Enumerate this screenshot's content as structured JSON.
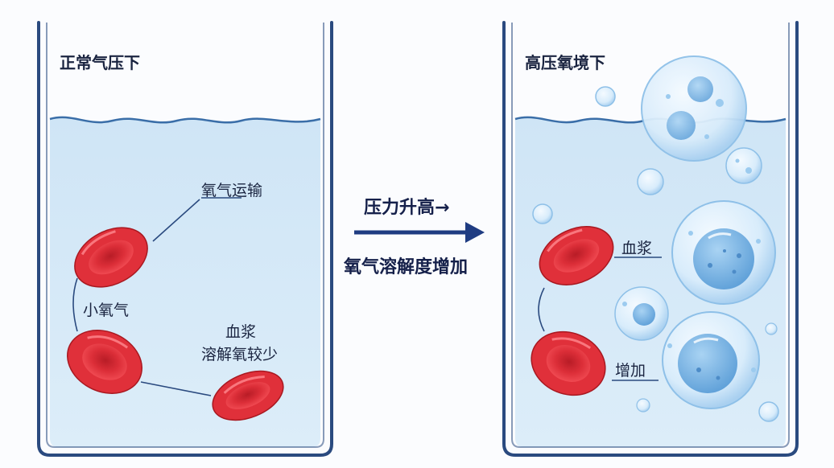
{
  "left_panel": {
    "title": "正常气压下",
    "label_transport": "氧气运输",
    "label_small": "小氧气",
    "label_plasma_line1": "血浆",
    "label_plasma_line2": "溶解氧较少"
  },
  "center": {
    "line1": "压力升高→",
    "line2": "氧气溶解度增加"
  },
  "right_panel": {
    "title": "高压氧境下",
    "label_plasma": "血浆",
    "label_increase": "增加"
  },
  "colors": {
    "water": "#d4e8f7",
    "container": "#2a4a7f",
    "rbc": "#e0303a",
    "bubble": "#7ab6e6",
    "arrow": "#1f3c82"
  }
}
